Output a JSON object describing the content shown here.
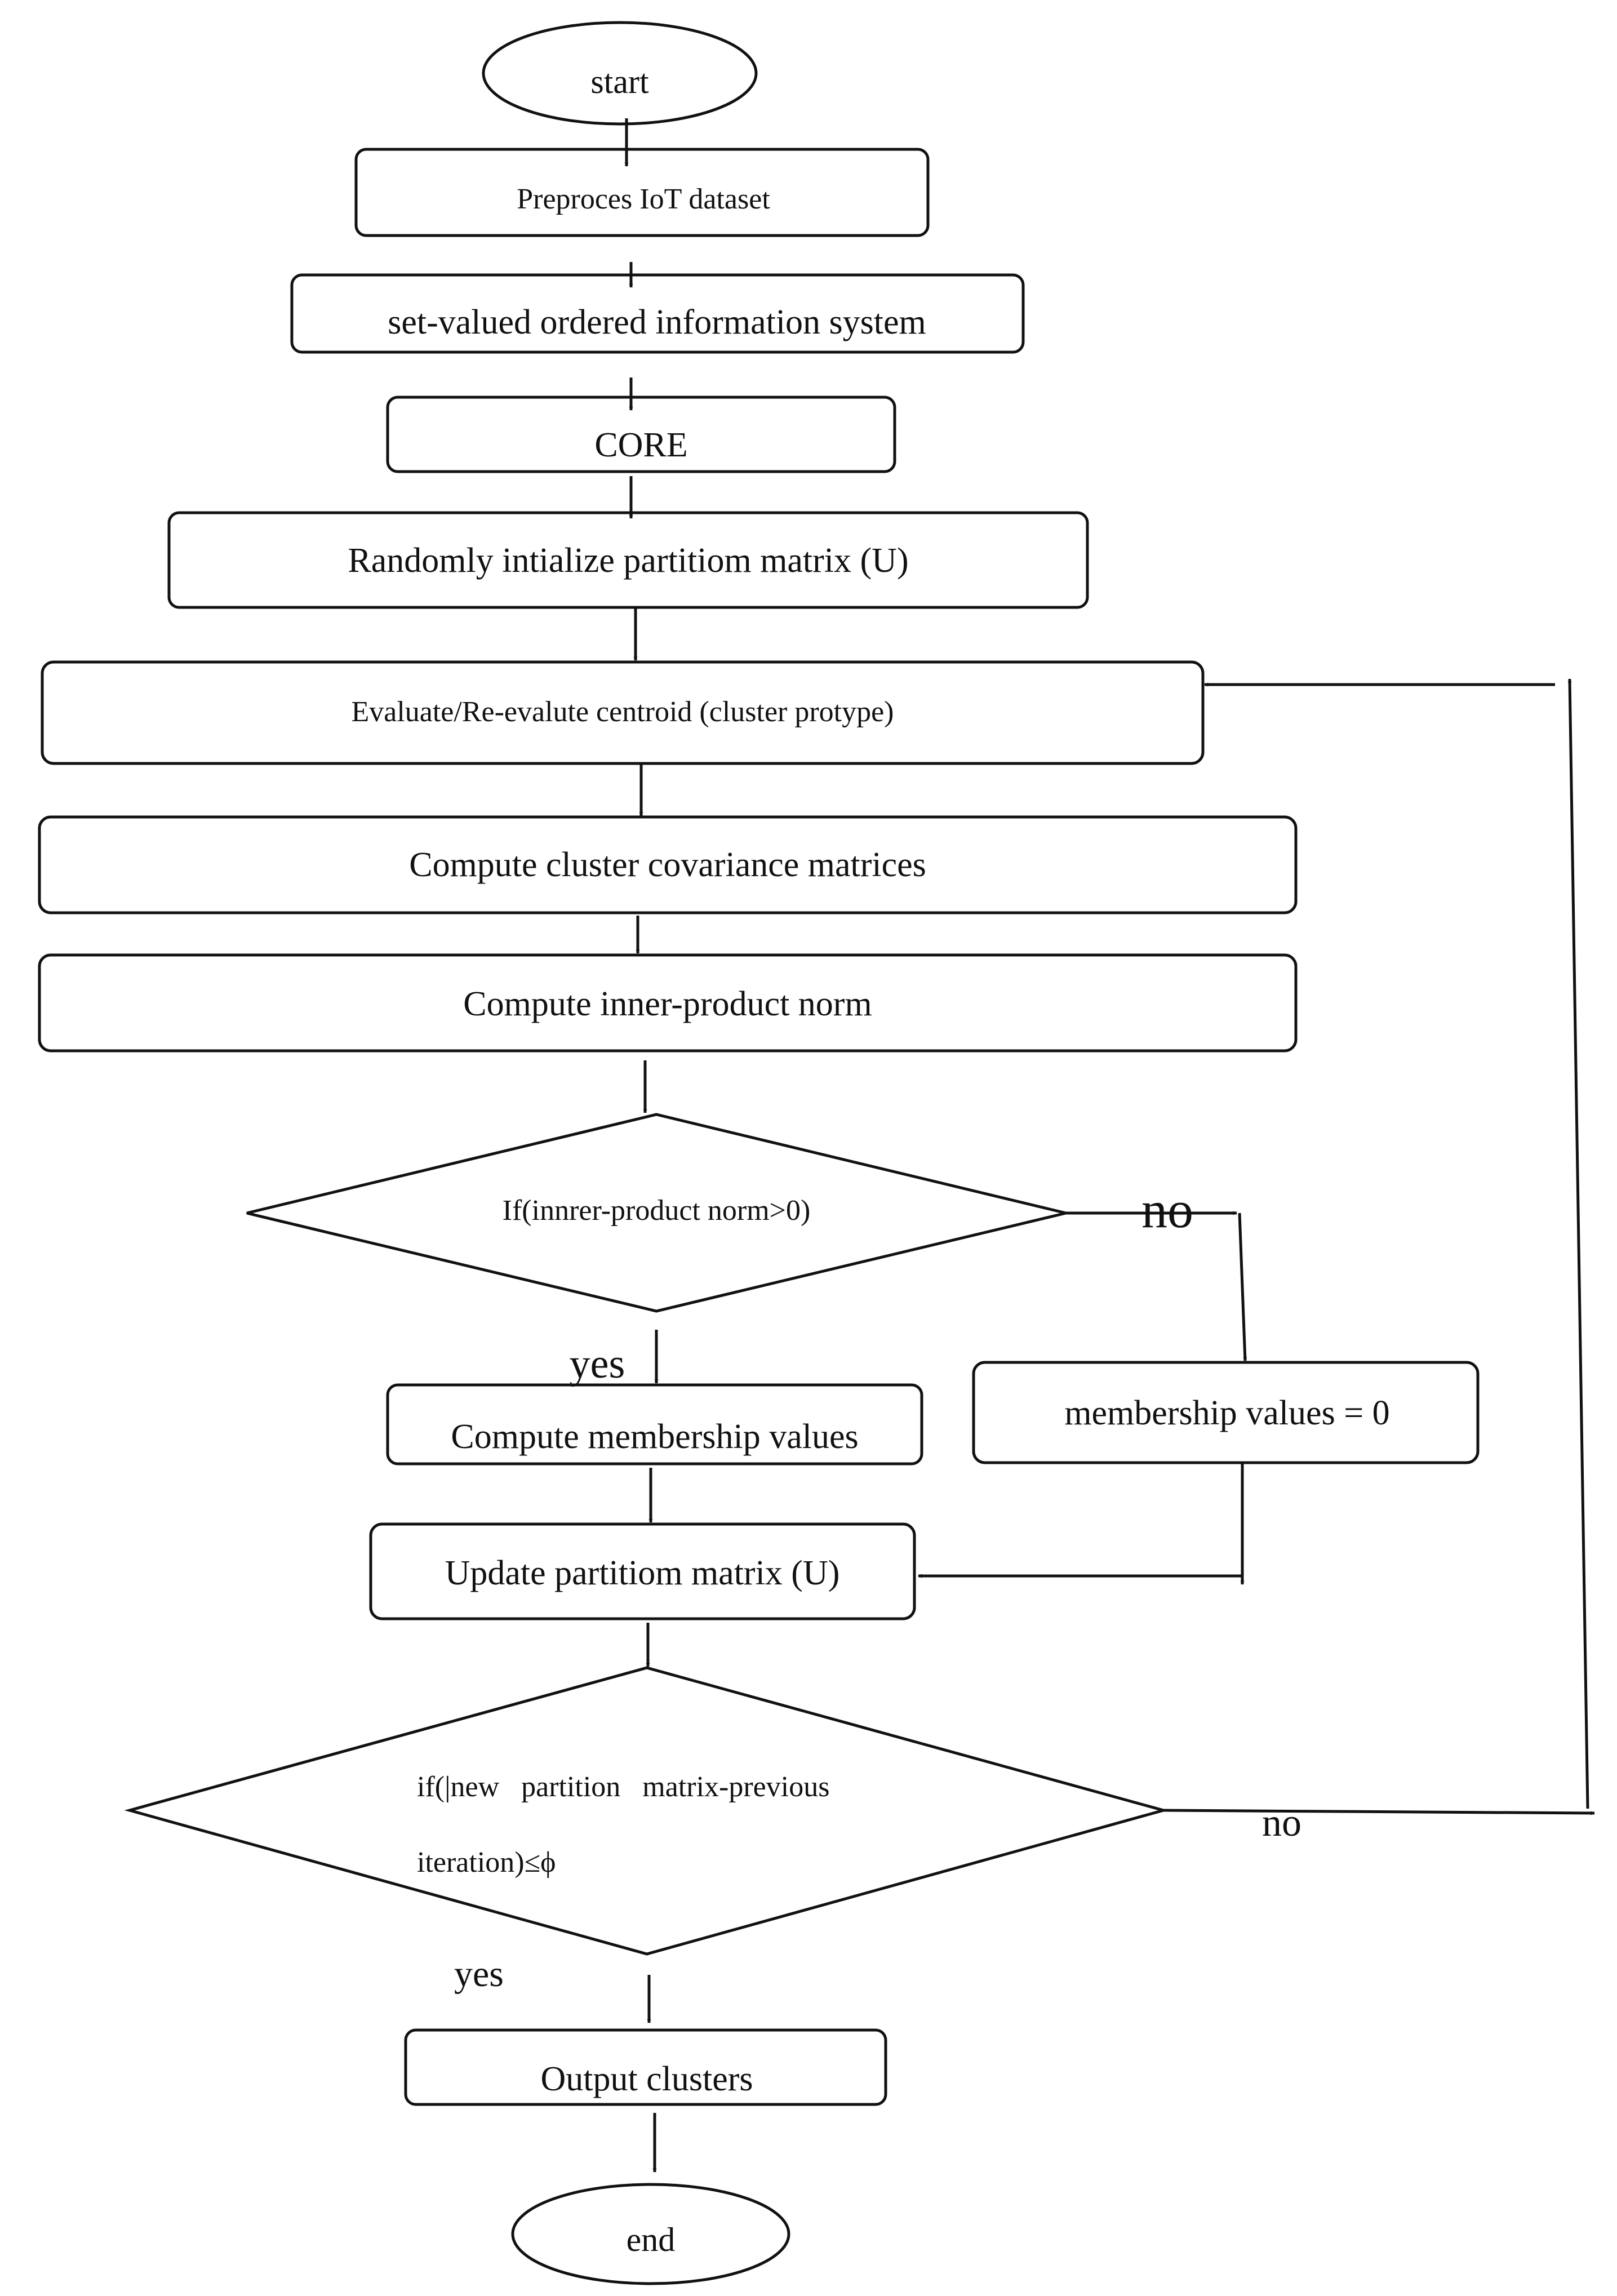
{
  "diagram": {
    "nodes": {
      "start": "start",
      "preprocess": "Preproces IoT dataset",
      "svois": "set-valued ordered information system",
      "core": "CORE",
      "init_matrix": "Randomly intialize partitiom matrix (U)",
      "centroid": "Evaluate/Re-evalute centroid (cluster protype)",
      "covariance": "Compute cluster covariance matrices",
      "inner_norm": "Compute inner-product norm",
      "decision1": "If(innrer-product norm>0)",
      "membership": "Compute membership values",
      "membership_zero": "membership values = 0",
      "update_matrix": "Update partitiom matrix (U)",
      "decision2_line1": "if(|new   partition   matrix-previous",
      "decision2_line2": "iteration)≤ϕ",
      "output": "Output clusters",
      "end": "end"
    },
    "edge_labels": {
      "decision1_no": "no",
      "decision1_yes": "yes",
      "decision2_no": "no",
      "decision2_yes": "yes"
    }
  }
}
